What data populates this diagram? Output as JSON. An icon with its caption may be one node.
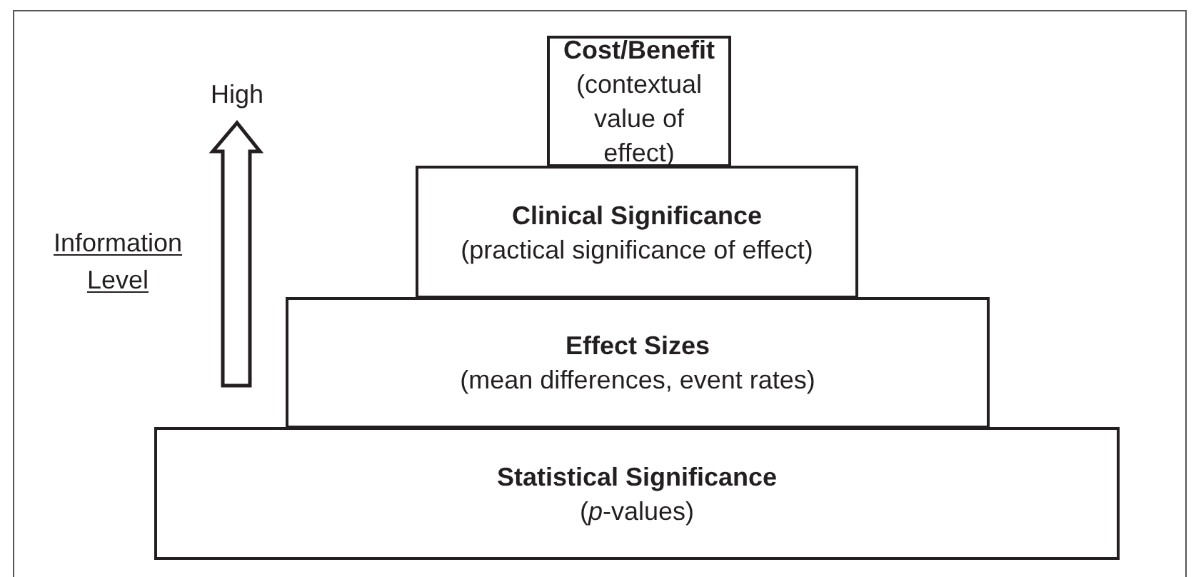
{
  "diagram": {
    "nodes": [
      {
        "text": [
          "Cost/Benefit",
          "(contextual value of effect)"
        ]
      },
      {
        "text": [
          "Clinical Significance",
          "(practical significance of effect)"
        ]
      },
      {
        "text": [
          "Effect Sizes",
          "(mean differences, event rates)"
        ]
      },
      {
        "text": [
          "Statistical Significance",
          "(*p*-values)"
        ]
      }
    ],
    "labels": [
      "High",
      "Information Level"
    ]
  }
}
